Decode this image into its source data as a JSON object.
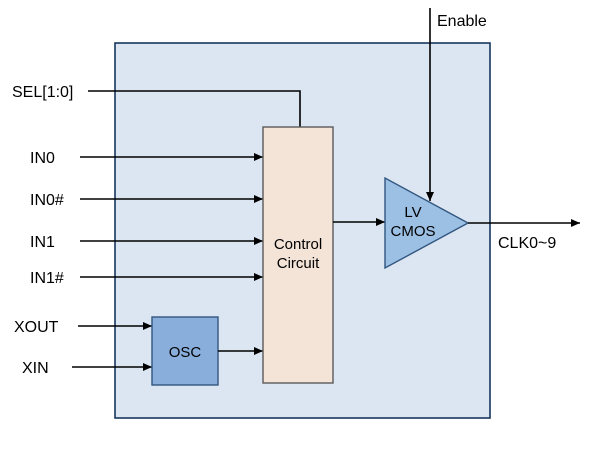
{
  "diagram": {
    "signals": {
      "enable": "Enable",
      "sel": "SEL[1:0]",
      "in0": "IN0",
      "in0_n": "IN0#",
      "in1": "IN1",
      "in1_n": "IN1#",
      "xout": "XOUT",
      "xin": "XIN",
      "clk_out": "CLK0~9"
    },
    "blocks": {
      "control": {
        "line1": "Control",
        "line2": "Circuit"
      },
      "osc": {
        "label": "OSC"
      },
      "output_buffer": {
        "line1": "LV",
        "line2": "CMOS"
      }
    },
    "colors": {
      "chip_fill": "#dce6f2",
      "chip_border": "#17365d",
      "control_fill": "#f4e3d7",
      "control_border": "#5a5a5a",
      "osc_fill": "#89aedc",
      "buffer_fill": "#9cbfe4",
      "blue_border": "#31567f",
      "wire": "#000000"
    }
  }
}
